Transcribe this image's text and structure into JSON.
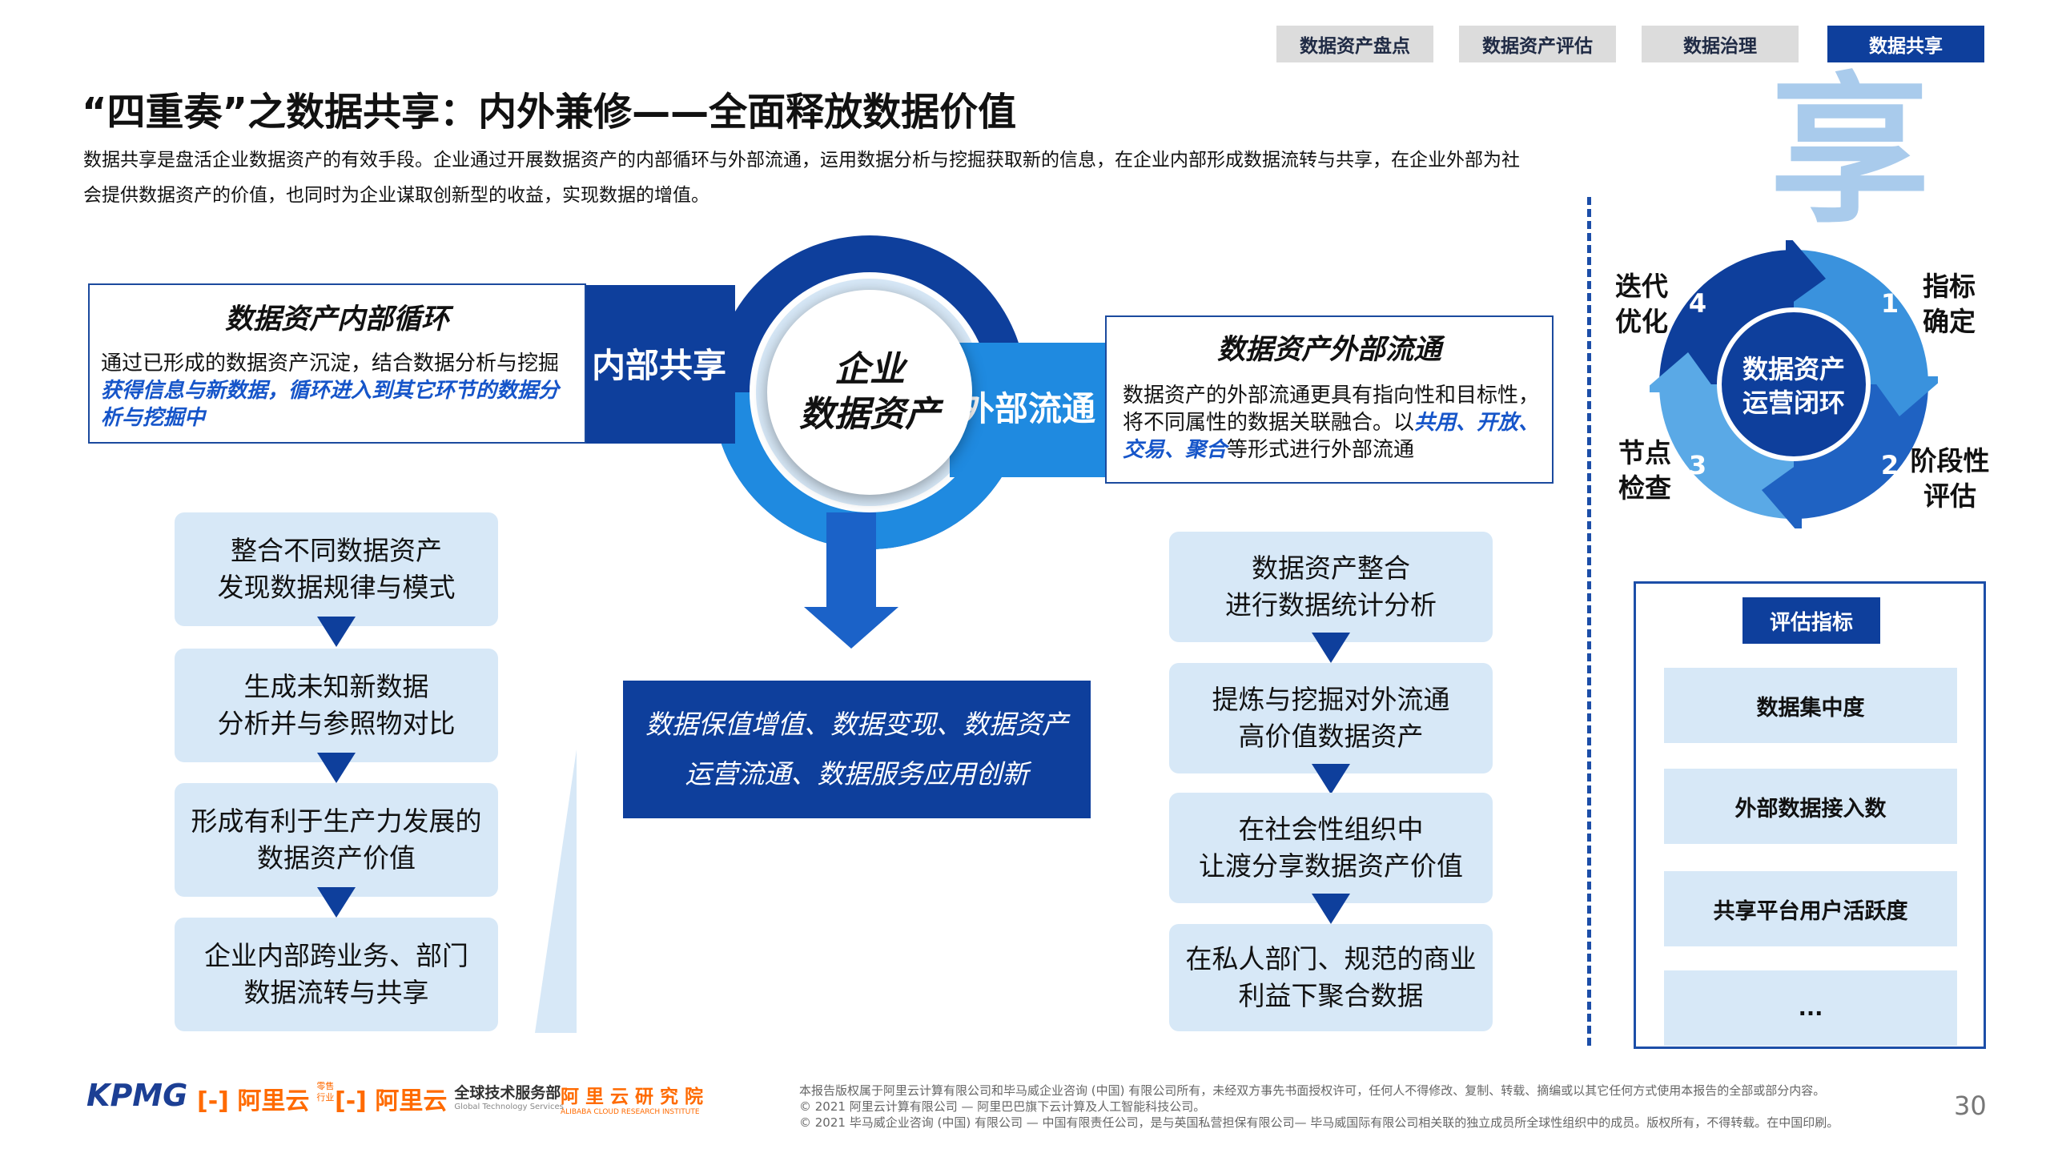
{
  "tabs": [
    "数据资产盘点",
    "数据资产评估",
    "数据治理",
    "数据共享"
  ],
  "title": "“四重奏”之数据共享：内外兼修——全面释放数据价值",
  "intro": "数据共享是盘活企业数据资产的有效手段。企业通过开展数据资产的内部循环与外部流通，运用数据分析与挖掘获取新的信息，在企业内部形成数据流转与共享，在企业外部为社会提供数据资产的价值，也同时为企业谋取创新型的收益，实现数据的增值。",
  "big_char": "享",
  "internal": {
    "title": "数据资产内部循环",
    "text_plain": "通过已形成的数据资产沉淀，结合数据分析与挖掘",
    "text_emph": "获得信息与新数据，循环进入到其它环节的数据分析与挖掘中",
    "band_label": "内部共享"
  },
  "center": {
    "line1": "企业",
    "line2": "数据资产"
  },
  "external": {
    "title": "数据资产外部流通",
    "text_plain": "数据资产的外部流通更具有指向性和目标性，将不同属性的数据关联融合。以",
    "text_emph": "共用、开放、交易、聚合",
    "text_tail": "等形式进行外部流通",
    "band_label": "外部流通"
  },
  "outcome": {
    "line1": "数据保值增值、数据变现、数据资产",
    "line2": "运营流通、数据服务应用创新"
  },
  "left_steps": [
    {
      "line1": "整合不同数据资产",
      "line2": "发现数据规律与模式"
    },
    {
      "line1": "生成未知新数据",
      "line2": "分析并与参照物对比"
    },
    {
      "line1": "形成有利于生产力发展的",
      "line2": "数据资产价值"
    },
    {
      "line1": "企业内部跨业务、部门",
      "line2": "数据流转与共享"
    }
  ],
  "right_steps": [
    {
      "line1": "数据资产整合",
      "line2": "进行数据统计分析"
    },
    {
      "line1": "提炼与挖掘对外流通",
      "line2": "高价值数据资产"
    },
    {
      "line1": "在社会性组织中",
      "line2": "让渡分享数据资产价值"
    },
    {
      "line1": "在私人部门、规范的商业",
      "line2": "利益下聚合数据"
    }
  ],
  "cycle": {
    "center_line1": "数据资产",
    "center_line2": "运营闭环",
    "numbers": [
      "1",
      "2",
      "3",
      "4"
    ],
    "labels": [
      {
        "line1": "指标",
        "line2": "确定"
      },
      {
        "line1": "阶段性",
        "line2": "评估"
      },
      {
        "line1": "节点",
        "line2": "检查"
      },
      {
        "line1": "迭代",
        "line2": "优化"
      }
    ],
    "colors": [
      "#3a92dd",
      "#1f62c2",
      "#5aa9e6",
      "#0e3f9c"
    ]
  },
  "evaluation": {
    "head": "评估指标",
    "items": [
      "数据集中度",
      "外部数据接入数",
      "共享平台用户活跃度",
      "..."
    ]
  },
  "footer": {
    "logos": {
      "kpmg": "KPMG",
      "aliyun_1": "阿里云",
      "aliyun_1_sub_1": "零售",
      "aliyun_1_sub_2": "行业",
      "aliyun_2": "阿里云",
      "aliyun_2_sub": "全球技术服务部",
      "aliyun_2_sub_en": "Global Technology Services",
      "aliyun_3": "阿 里 云 研 究 院",
      "aliyun_3_en": "ALIBABA CLOUD RESEARCH INSTITUTE"
    },
    "line1": "本报告版权属于阿里云计算有限公司和毕马威企业咨询 (中国) 有限公司所有，未经双方事先书面授权许可，任何人不得修改、复制、转载、摘编或以其它任何方式使用本报告的全部或部分内容。",
    "line2": "© 2021 阿里云计算有限公司 — 阿里巴巴旗下云计算及人工智能科技公司。",
    "line3": "© 2021 毕马威企业咨询 (中国) 有限公司 — 中国有限责任公司，是与英国私营担保有限公司— 毕马威国际有限公司相关联的独立成员所全球性组织中的成员。版权所有，不得转载。在中国印刷。",
    "page": "30"
  }
}
